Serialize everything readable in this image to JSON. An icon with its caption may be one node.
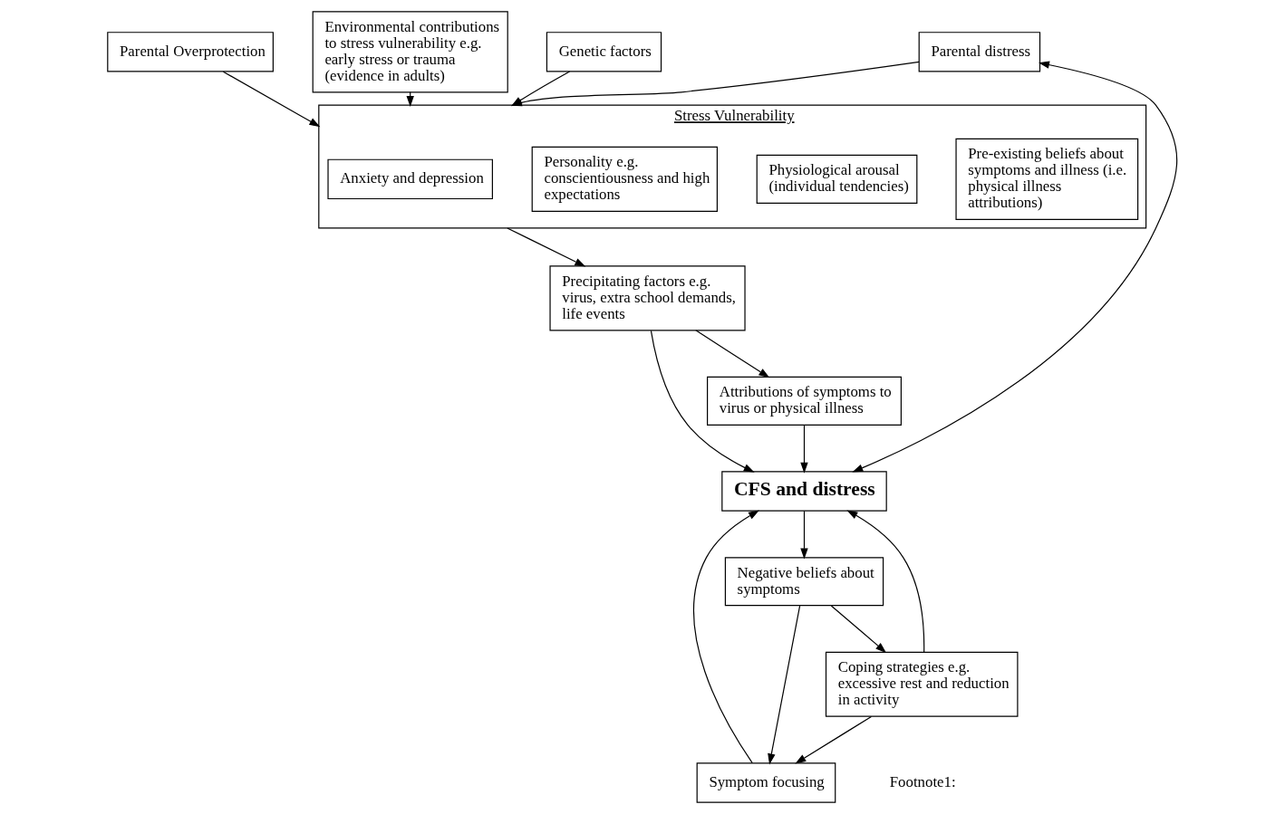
{
  "diagram": {
    "nodes": [
      {
        "text": [
          "Stress Vulnerability"
        ]
      },
      {
        "text": [
          "Pre-existing beliefs about symptoms and illness (i.e. physical illness attributions)"
        ],
        "in": 0
      },
      {
        "text": [
          "Physiological arousal (individual tendencies)"
        ],
        "in": 0
      },
      {
        "text": [
          "Personality e.g. conscientiousness and high expectations"
        ],
        "in": 0
      },
      {
        "text": [
          "Anxiety and depression"
        ],
        "in": 0
      },
      {
        "text": [
          "Genetic factors"
        ]
      },
      {
        "text": [
          "Parental Overprotection"
        ]
      },
      {
        "text": [
          "Environmental contributions to stress vulnerability e.g. early stress or trauma (evidence in adults)"
        ]
      },
      {
        "text": [
          "Precipitating factors e.g. virus, extra school demands, life events"
        ]
      },
      {
        "text": [
          "Parental distress"
        ]
      },
      {
        "text": [
          "Attributions of symptoms to virus or physical illness"
        ]
      },
      {
        "text": [
          "CFS and distress"
        ]
      },
      {
        "text": [
          "Negative beliefs about symptoms"
        ]
      },
      {
        "text": [
          "Symptom focusing"
        ]
      },
      {
        "text": [
          "Coping strategies e.g. excessive rest and reduction in activity"
        ]
      }
    ],
    "edges": [
      {
        "from": 5,
        "to": 0,
        "arrow": "to"
      },
      {
        "from": 6,
        "to": 0,
        "arrow": "to"
      },
      {
        "from": 7,
        "to": 0,
        "arrow": "to"
      },
      {
        "from": 0,
        "to": 8,
        "arrow": "to"
      },
      {
        "from": 9,
        "to": 0,
        "arrow": "to"
      },
      {
        "from": 9,
        "to": 11,
        "arrow": "both"
      },
      {
        "from": 8,
        "to": 10,
        "arrow": "to"
      },
      {
        "from": 8,
        "to": 11,
        "arrow": "to"
      },
      {
        "from": 10,
        "to": 11,
        "arrow": "to"
      },
      {
        "from": 11,
        "to": 12,
        "arrow": "to"
      },
      {
        "from": 12,
        "to": 13,
        "arrow": "to"
      },
      {
        "from": 12,
        "to": 14,
        "arrow": "to"
      },
      {
        "from": 13,
        "to": 11,
        "arrow": "to"
      },
      {
        "from": 14,
        "to": 11,
        "arrow": "to"
      },
      {
        "from": 14,
        "to": 13,
        "arrow": "to"
      }
    ],
    "labels": [
      "Footnote1:"
    ]
  }
}
